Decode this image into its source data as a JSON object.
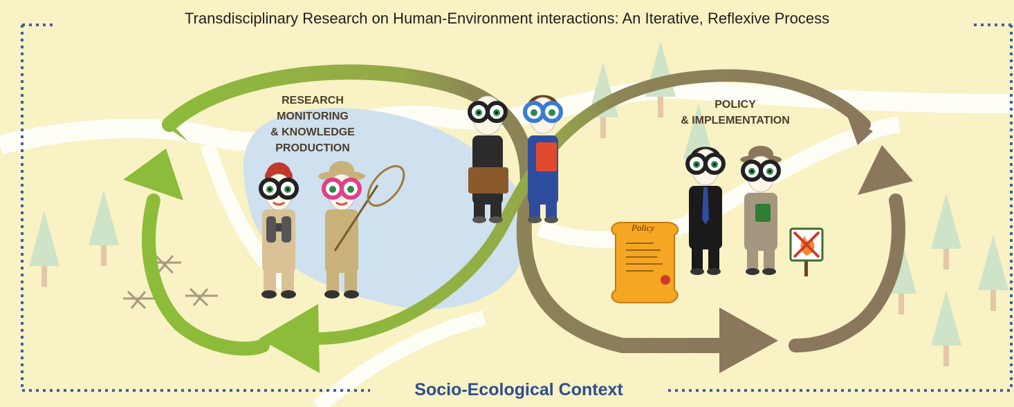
{
  "title": "Transdisciplinary Research on Human-Environment interactions: An Iterative, Reflexive Process",
  "left_loop": {
    "label": [
      "RESEARCH",
      "MONITORING",
      "& KNOWLEDGE",
      "PRODUCTION"
    ]
  },
  "right_loop": {
    "label": [
      "POLICY",
      "& IMPLEMENTATION"
    ]
  },
  "footer": "Socio-Ecological Context",
  "scroll_label": "Policy",
  "colors": {
    "background": "#f8f2c4",
    "left_arrow": "#8dbb3a",
    "right_arrow": "#8a775c",
    "lake": "#cfe0ef",
    "road": "#ffffff",
    "tree": "#cfe3c8",
    "dotted_border": "#3f5fa6",
    "footer_text": "#2e4e8e"
  },
  "icons": [
    "binoculars-icon",
    "butterfly-net-icon",
    "briefcase-icon",
    "clipboard-icon",
    "policy-scroll-icon",
    "no-fire-sign-icon",
    "tree-icon",
    "picnic-table-icon"
  ]
}
